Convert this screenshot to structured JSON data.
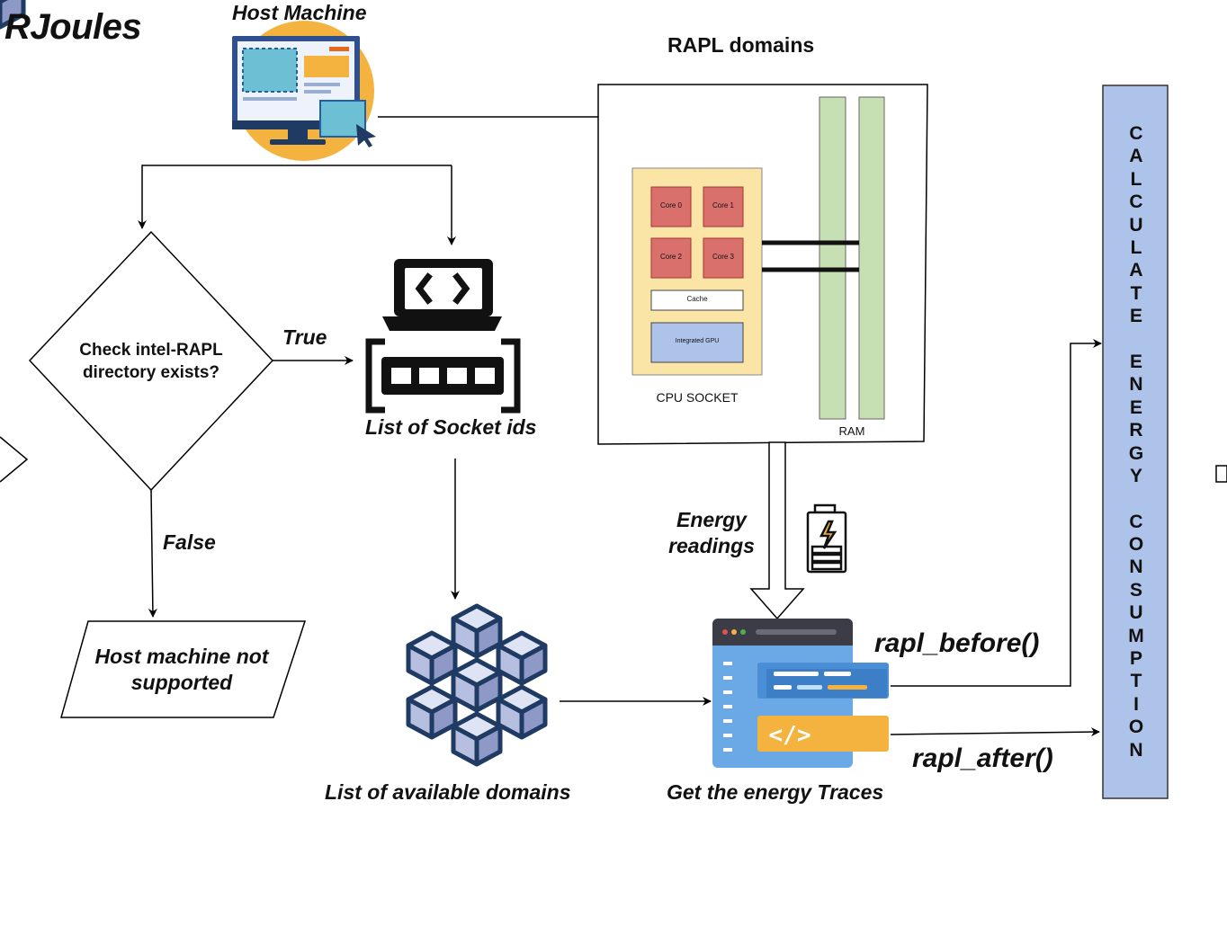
{
  "title": "RJoules",
  "host_machine": {
    "label": "Host Machine",
    "icon": "computer-monitor-icon"
  },
  "rapl_domains": {
    "label": "RAPL domains",
    "cores": [
      "Core 0",
      "Core 1",
      "Core 2",
      "Core 3"
    ],
    "cache_label": "Cache",
    "gpu_label": "Integrated GPU",
    "socket_label": "CPU SOCKET",
    "ram_label": "RAM"
  },
  "decision": {
    "line1": "Check intel-RAPL",
    "line2": "directory exists?"
  },
  "true_label": "True",
  "false_label": "False",
  "not_supported": {
    "line1": "Host machine not",
    "line2": "supported"
  },
  "socket_ids": {
    "label": "List of Socket ids",
    "icon": "laptop-code-icon"
  },
  "domains": {
    "label": "List of available domains",
    "icon": "cubes-icon"
  },
  "energy_readings": {
    "line1": "Energy",
    "line2": "readings",
    "icon": "battery-icon"
  },
  "energy_traces": {
    "label": "Get the energy Traces",
    "icon": "code-window-icon"
  },
  "rapl_before": "rapl_before()",
  "rapl_after": "rapl_after()",
  "calculate": {
    "text": "CALCULATE ENERGY CONSUMPTION"
  },
  "colors": {
    "calc_fill": "#aec3e9",
    "ram_fill": "#c6e0b4",
    "socket_fill": "#fbe5a6",
    "core_fill": "#d9706b",
    "gpu_fill": "#aec3e9",
    "orange": "#f4b23e",
    "navy": "#1f3b63"
  }
}
